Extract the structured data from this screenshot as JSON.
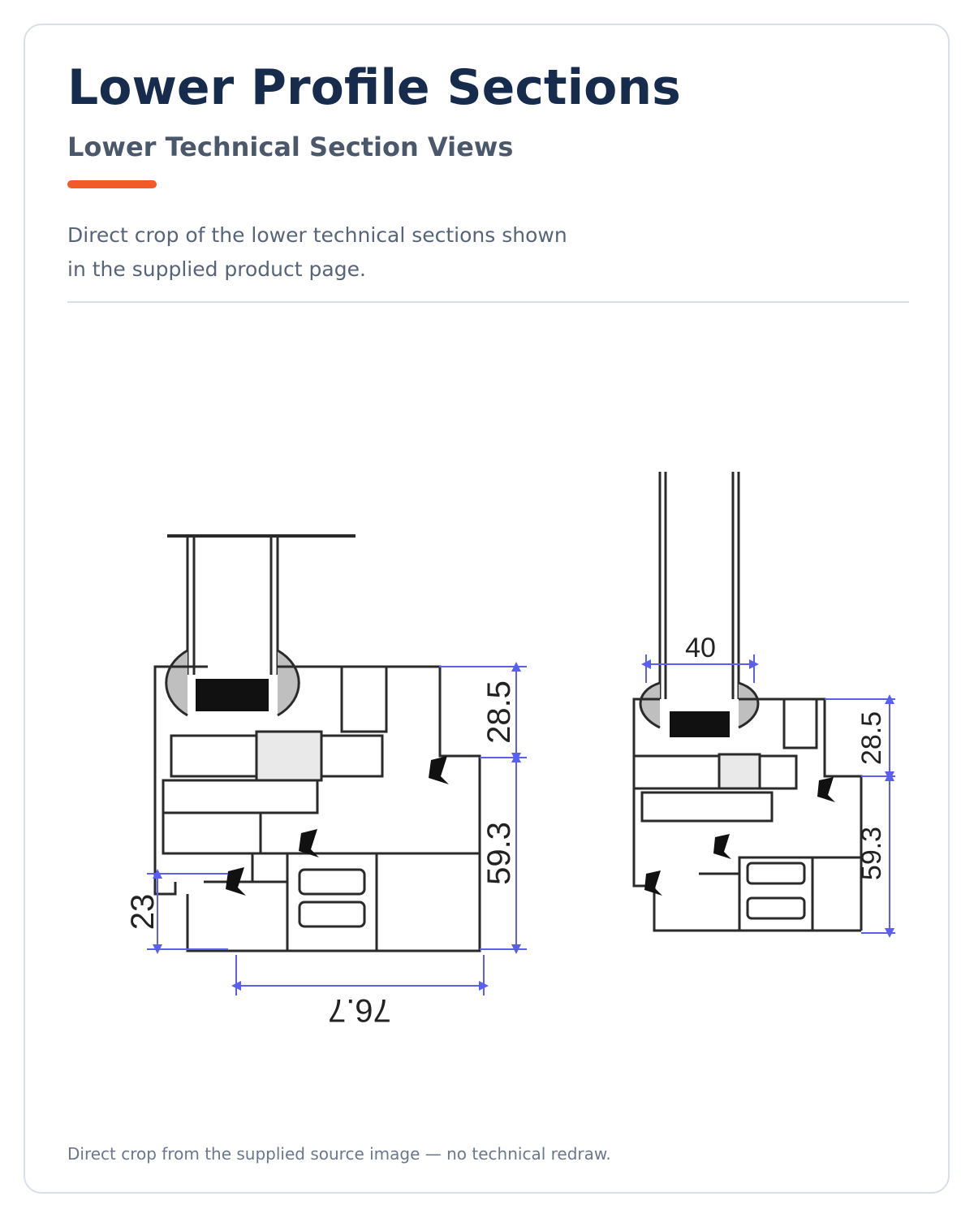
{
  "header": {
    "title": "Lower Profile Sections",
    "subtitle": "Lower Technical Section Views"
  },
  "description": "Direct crop of the lower technical sections shown in the supplied product page.",
  "footer": "Direct crop from the supplied source image — no technical redraw.",
  "diagram": {
    "left_section": {
      "dim_top": "28.5",
      "dim_mid": "59.3",
      "dim_side": "23",
      "dim_width": "76.7"
    },
    "right_section": {
      "dim_glass": "40",
      "dim_top": "28.5",
      "dim_mid": "59.3"
    }
  },
  "colors": {
    "title": "#172b4d",
    "accent": "#f25a27",
    "dimension_lines": "#5b5ff0",
    "profile_lines": "#2a2a2a"
  }
}
